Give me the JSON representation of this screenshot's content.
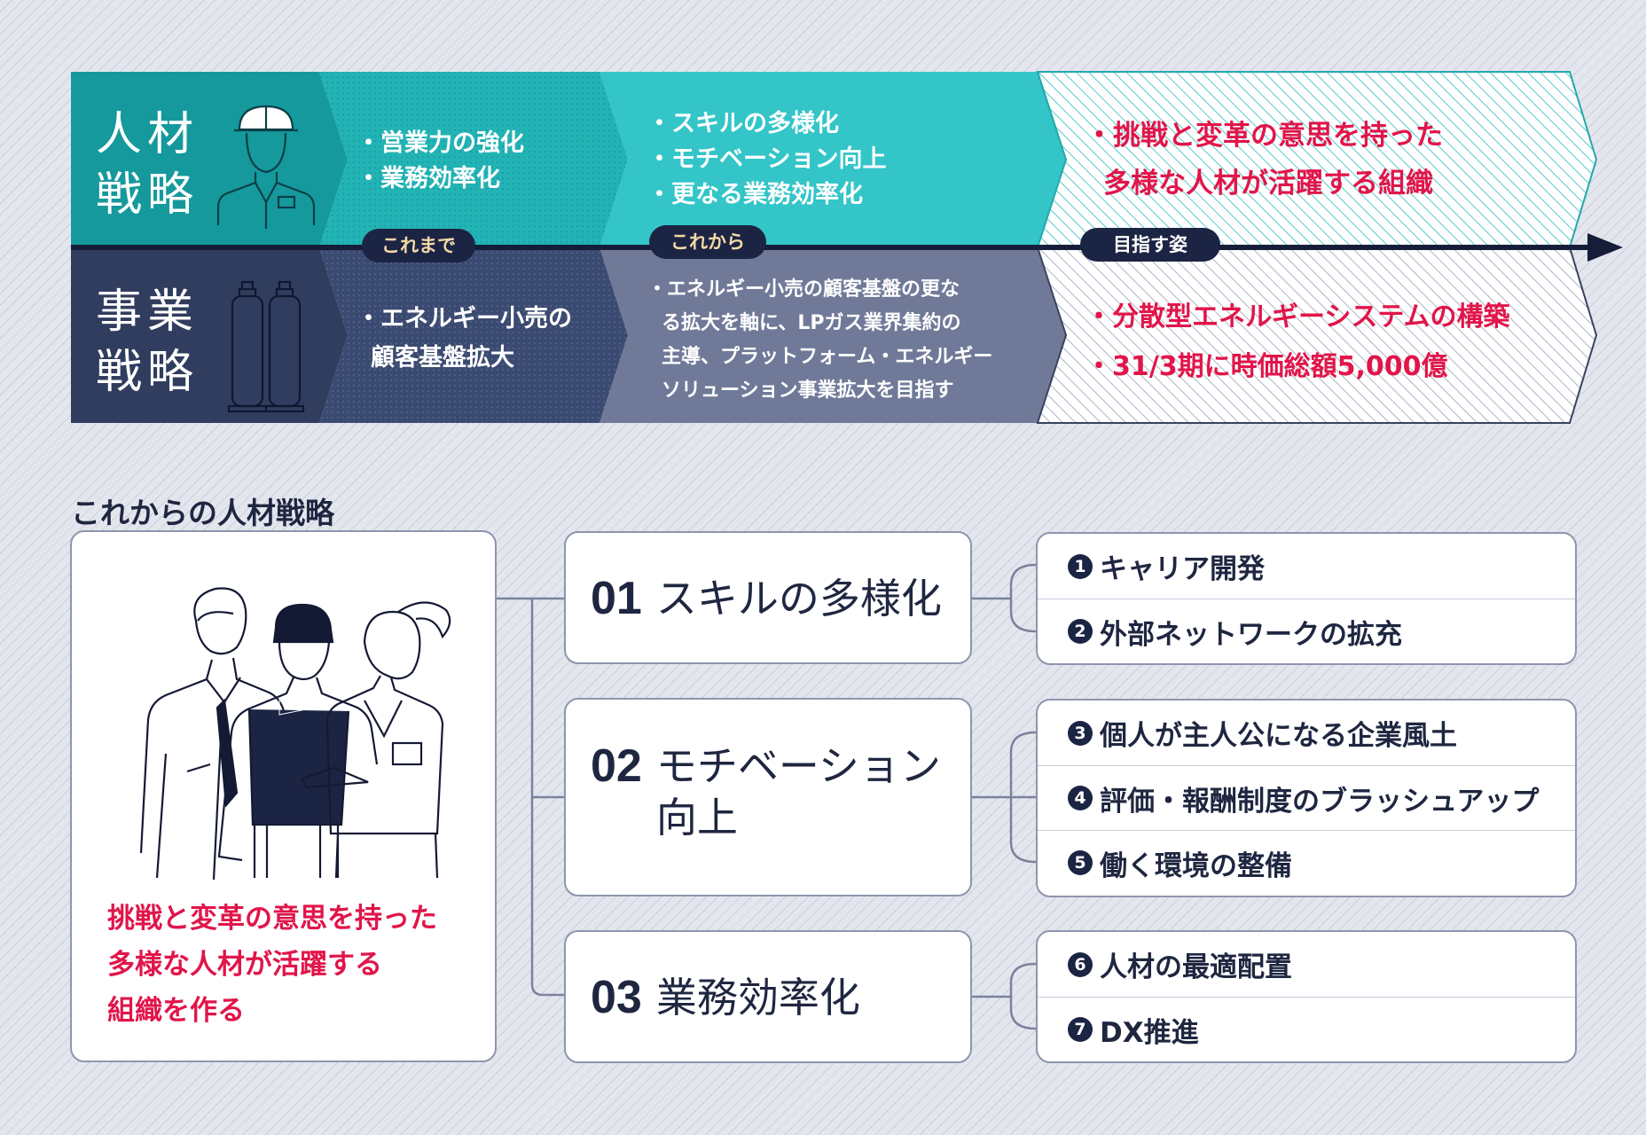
{
  "hr_row": {
    "label_line1": "人材",
    "label_line2": "戦略",
    "icon": "worker-icon",
    "past": [
      "・営業力の強化",
      "・業務効率化"
    ],
    "future": [
      "・スキルの多様化",
      "・モチベーション向上",
      "・更なる業務効率化"
    ],
    "goal": [
      "・挑戦と変革の意思を持った",
      "多様な人材が活躍する組織"
    ]
  },
  "biz_row": {
    "label_line1": "事業",
    "label_line2": "戦略",
    "icon": "gas-cylinder-icon",
    "past": [
      "・エネルギー小売の",
      "顧客基盤拡大"
    ],
    "future": [
      "・エネルギー小売の顧客基盤の更な",
      "る拡大を軸に、LPガス業界集約の",
      "主導、プラットフォーム・エネルギー",
      "ソリューション事業拡大を目指す"
    ],
    "goal": [
      "・分散型エネルギーシステムの構築",
      "・31/3期に時価総額5,000億"
    ]
  },
  "timeline": {
    "past_label": "これまで",
    "future_label": "これから",
    "goal_label": "目指す姿"
  },
  "colors": {
    "teal_dark": "#15999c",
    "teal_mid": "#22b3b5",
    "teal_light": "#33c5c8",
    "navy_dark": "#313d5e",
    "navy_mid": "#3b4a70",
    "slate": "#707a98",
    "accent_red": "#e1154a",
    "ink": "#1c2444"
  },
  "section_title": "これからの人材戦略",
  "goal_card": {
    "illustration": "team-illustration",
    "lines": [
      "挑戦と変革の意思を持った",
      "多様な人材が活躍する",
      "組織を作る"
    ]
  },
  "strategies": [
    {
      "num": "01",
      "label_lines": [
        "スキルの多様化"
      ],
      "items": [
        {
          "no": "1",
          "text": "キャリア開発"
        },
        {
          "no": "2",
          "text": "外部ネットワークの拡充"
        }
      ]
    },
    {
      "num": "02",
      "label_lines": [
        "モチベーション",
        "向上"
      ],
      "items": [
        {
          "no": "3",
          "text": "個人が主人公になる企業風土"
        },
        {
          "no": "4",
          "text": "評価・報酬制度のブラッシュアップ"
        },
        {
          "no": "5",
          "text": "働く環境の整備"
        }
      ]
    },
    {
      "num": "03",
      "label_lines": [
        "業務効率化"
      ],
      "items": [
        {
          "no": "6",
          "text": "人材の最適配置"
        },
        {
          "no": "7",
          "text": "DX推進"
        }
      ]
    }
  ]
}
